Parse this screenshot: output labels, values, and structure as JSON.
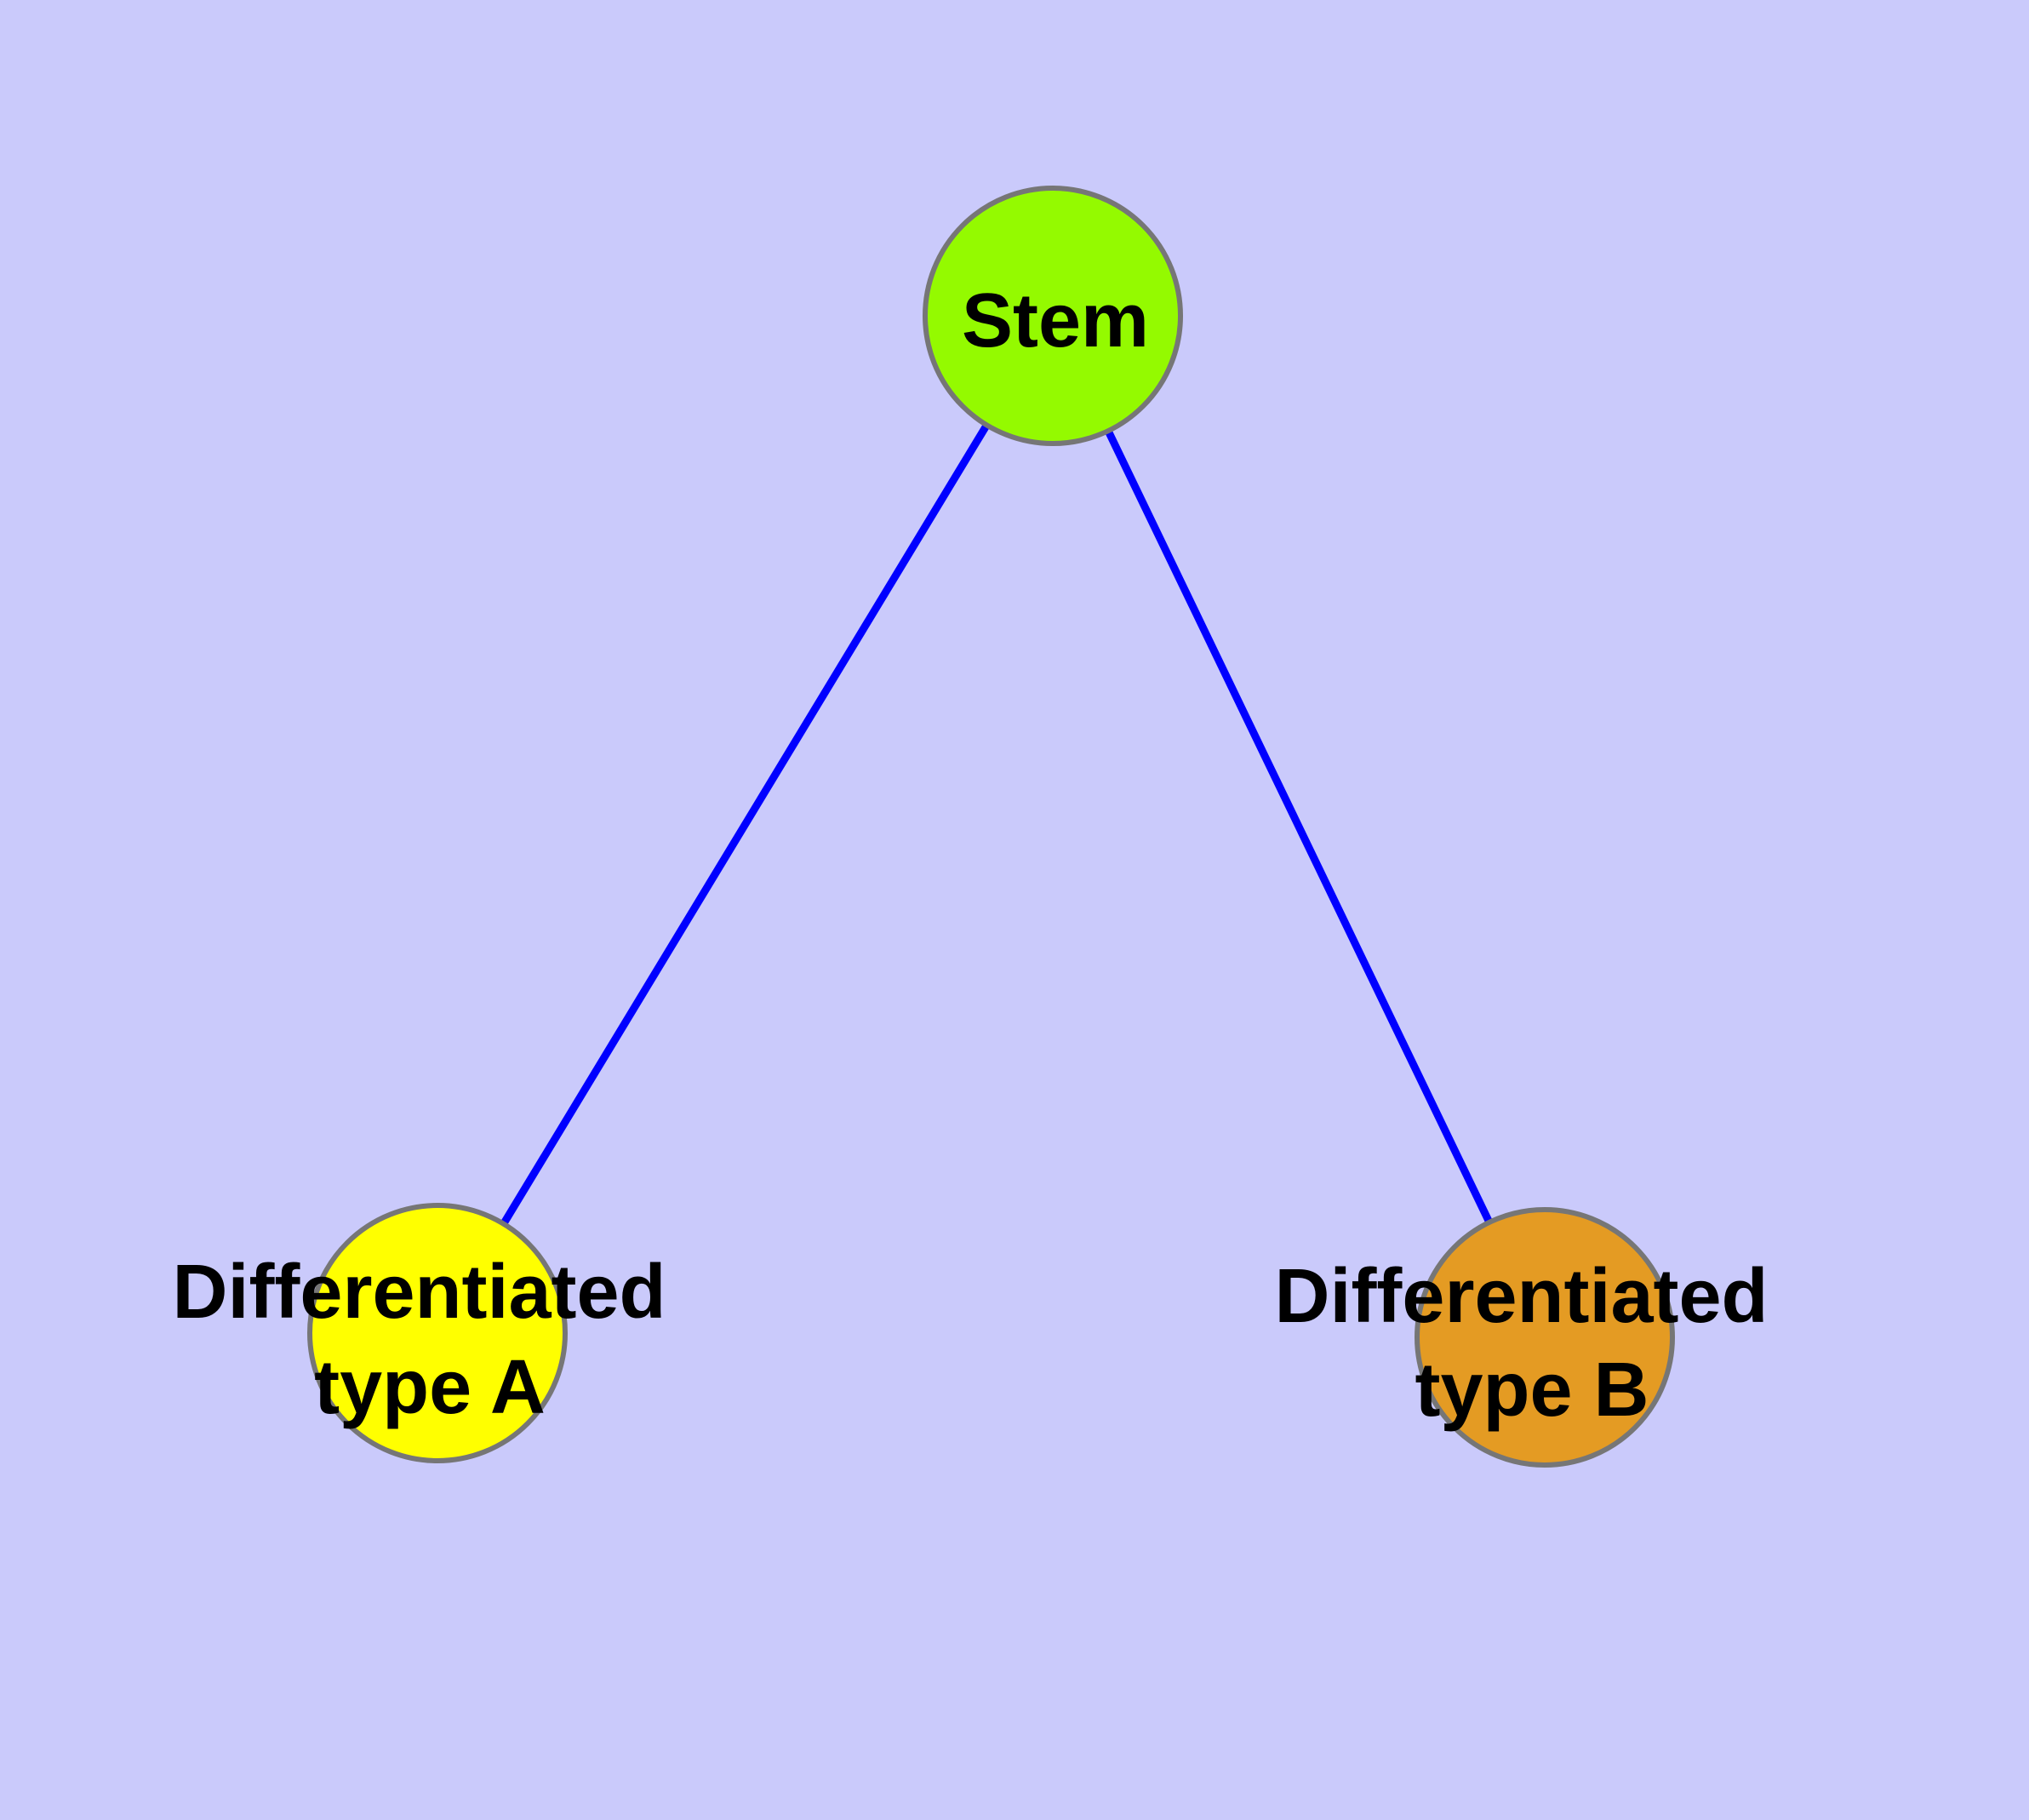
{
  "diagram": {
    "type": "graph",
    "background_color": "#cacafb",
    "edge_color": "#0000ff",
    "node_border_color": "#767676",
    "label_color": "#000000",
    "nodes": [
      {
        "id": "stem",
        "label": "Stem",
        "line1": "Stem",
        "line2": "",
        "fill": "#94fa00"
      },
      {
        "id": "differentiated-type-a",
        "label": "Differentiated type A",
        "line1": "Differentiated",
        "line2": "type A",
        "fill": "#ffff00"
      },
      {
        "id": "differentiated-type-b",
        "label": "Differentiated type B",
        "line1": "Differentiated",
        "line2": "type B",
        "fill": "#e49b23"
      }
    ],
    "edges": [
      {
        "from": "stem",
        "to": "differentiated-type-a"
      },
      {
        "from": "stem",
        "to": "differentiated-type-b"
      }
    ]
  }
}
